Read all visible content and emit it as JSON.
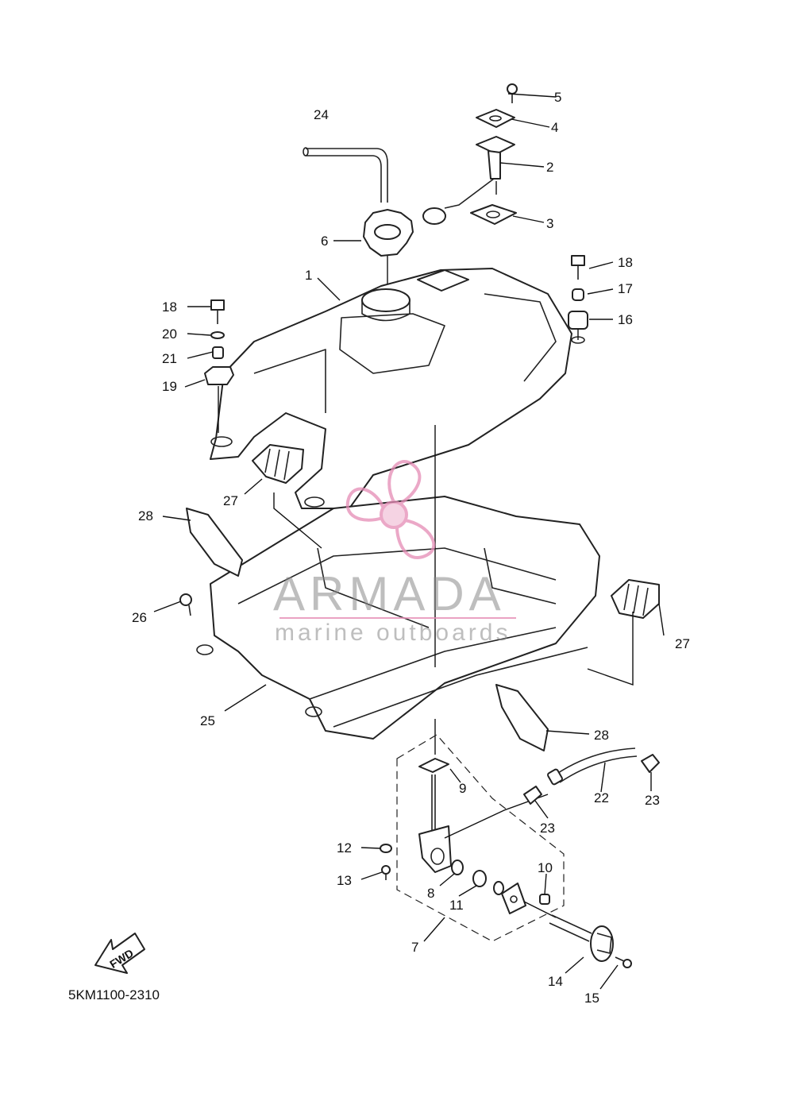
{
  "diagram": {
    "code": "5KM1100-2310",
    "fwd_label": "FWD",
    "callouts": [
      "1",
      "2",
      "3",
      "4",
      "5",
      "6",
      "7",
      "8",
      "9",
      "10",
      "11",
      "12",
      "13",
      "14",
      "15",
      "16",
      "17",
      "18",
      "18",
      "19",
      "20",
      "21",
      "22",
      "23",
      "23",
      "24",
      "25",
      "26",
      "27",
      "27",
      "28",
      "28"
    ]
  },
  "watermark": {
    "brand": "ARMADA",
    "tagline": "marine outboards",
    "color": "#e58bb5"
  }
}
